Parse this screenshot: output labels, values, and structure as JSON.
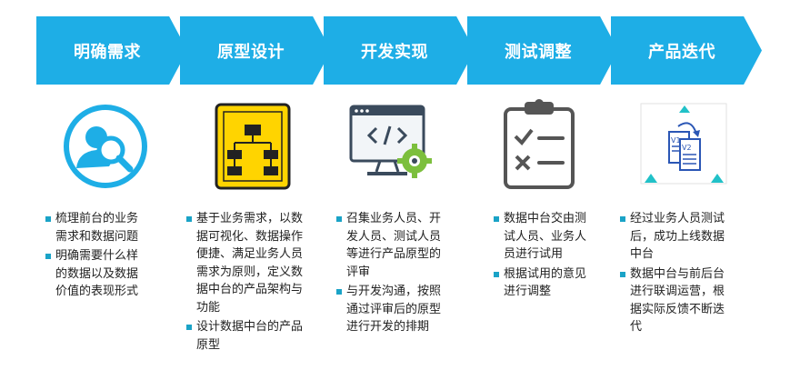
{
  "steps": [
    {
      "title": "明确需求",
      "icon": "search-person-icon",
      "bullets": [
        "梳理前台的业务需求和数据问题",
        "明确需要什么样的数据以及数据价值的表现形式"
      ]
    },
    {
      "title": "原型设计",
      "icon": "hierarchy-chart-icon",
      "bullets": [
        "基于业务需求，以数据可视化、数据操作便捷、满足业务人员需求为原则，定义数据中台的产品架构与功能",
        "设计数据中台的产品原型"
      ]
    },
    {
      "title": "开发实现",
      "icon": "code-monitor-gear-icon",
      "bullets": [
        "召集业务人员、开发人员、测试人员等进行产品原型的评审",
        "与开发沟通，按照通过评审后的原型进行开发的排期"
      ]
    },
    {
      "title": "测试调整",
      "icon": "clipboard-checklist-icon",
      "bullets": [
        "数据中台交由测试人员、业务人员进行试用",
        "根据试用的意见进行调整"
      ]
    },
    {
      "title": "产品迭代",
      "icon": "version-iteration-icon",
      "bullets": [
        "经过业务人员测试后，成功上线数据中台",
        "数据中台与前后台进行联调运营，根据实际反馈不断迭代"
      ]
    }
  ],
  "version_labels": [
    "V1",
    "V2"
  ],
  "colors": {
    "arrow": "#1eaee6",
    "bullet": "#1aa3c7",
    "yellow": "#ffd400"
  }
}
